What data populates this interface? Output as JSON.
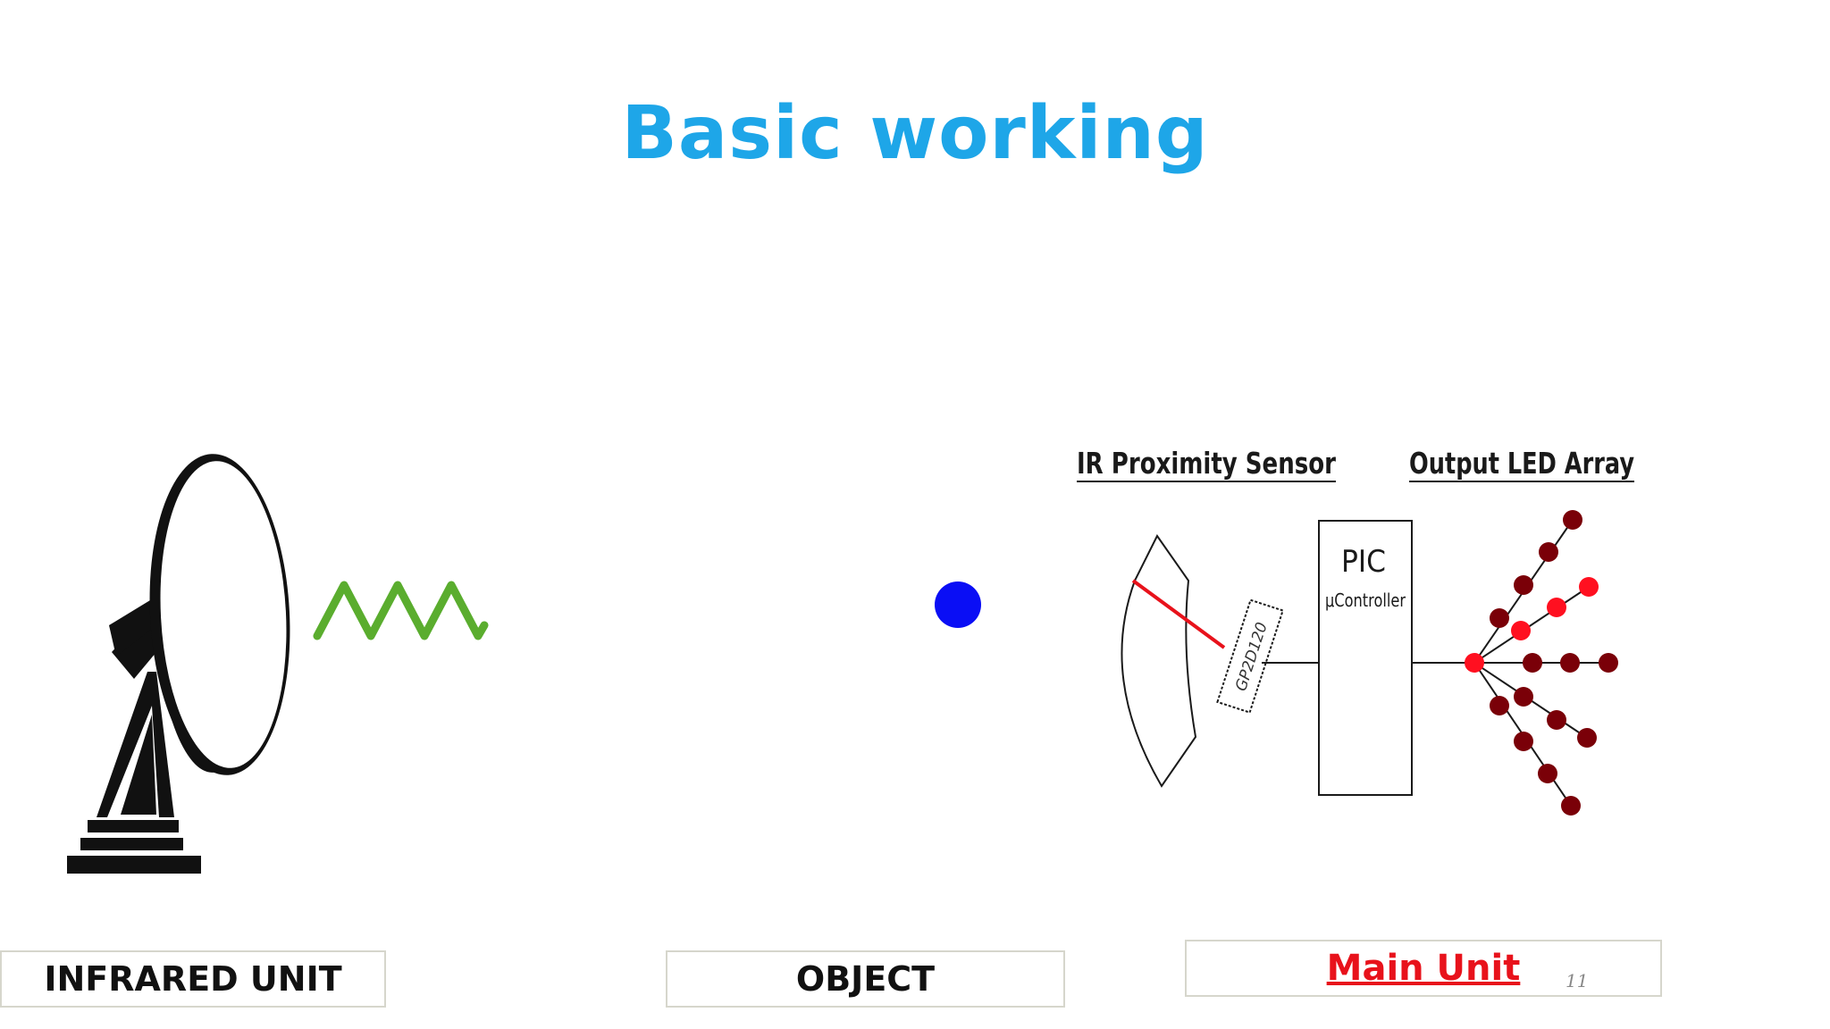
{
  "title": "Basic working",
  "labels": {
    "infrared_unit": "INFRARED UNIT",
    "object": "OBJECT",
    "main_unit": "Main Unit"
  },
  "diagram": {
    "sensor_title": "IR Proximity Sensor",
    "led_title": "Output LED Array",
    "sensor_part": "GP2D120",
    "controller_line1": "PIC",
    "controller_line2": "μController"
  },
  "page_number": "11",
  "colors": {
    "title": "#1ea6e8",
    "wave": "#5aad2e",
    "object_dot": "#0a0ef5",
    "beam": "#e8121b",
    "led_dark": "#7a0008",
    "led_bright": "#ff1020",
    "main_unit_text": "#e8121b"
  },
  "icons": [
    "satellite-dish-icon",
    "ir-wave-icon",
    "object-dot-icon"
  ]
}
